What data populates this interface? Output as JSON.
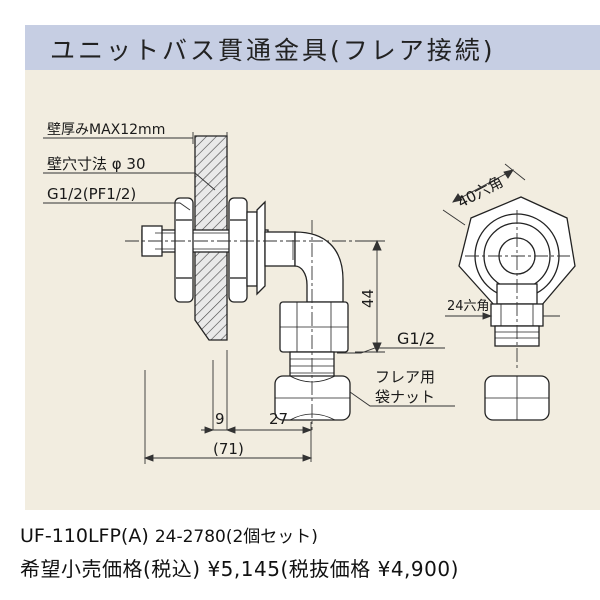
{
  "header": {
    "title": "ユニットバス貫通金具(フレア接続)"
  },
  "drawing": {
    "labels": {
      "wall_thickness": "壁厚みMAX12mm",
      "wall_hole": "壁穴寸法 φ 30",
      "thread_left": "G1/2(PF1/2)",
      "hex_40": "40六角",
      "hex_24": "24六角",
      "height_44": "44",
      "thread_right": "G1/2",
      "flare_nut_line1": "フレア用",
      "flare_nut_line2": "袋ナット",
      "dim_9": "9",
      "dim_27": "27",
      "dim_71": "(71)"
    }
  },
  "product": {
    "model": "UF-110LFP(A)",
    "code_set": "24-2780(2個セット)",
    "price_line": "希望小売価格(税込) ¥5,145(税抜価格 ¥4,900)"
  }
}
